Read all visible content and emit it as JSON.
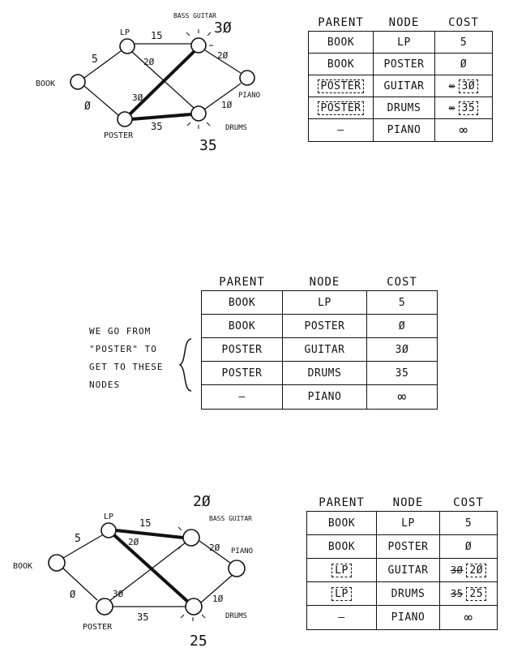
{
  "header": {
    "parent": "PARENT",
    "node": "NODE",
    "cost": "COST"
  },
  "graph1": {
    "nodes": {
      "book": "BOOK",
      "lp": "LP",
      "poster": "POSTER",
      "guitar": "BASS GUITAR",
      "piano": "PIANO",
      "drums": "DRUMS"
    },
    "edges": {
      "book_lp": "5",
      "book_poster": "Ø",
      "lp_guitar": "15",
      "lp_drums": "2Ø",
      "poster_guitar": "3Ø",
      "poster_drums": "35",
      "guitar_piano": "2Ø",
      "drums_piano": "1Ø"
    },
    "updated": {
      "guitar": "3Ø",
      "drums": "35"
    }
  },
  "table1": {
    "rows": [
      {
        "parent": "BOOK",
        "node": "LP",
        "cost": "5"
      },
      {
        "parent": "BOOK",
        "node": "POSTER",
        "cost": "Ø"
      },
      {
        "parent": "POSTER",
        "node": "GUITAR",
        "old": "∞",
        "cost": "3Ø"
      },
      {
        "parent": "POSTER",
        "node": "DRUMS",
        "old": "∞",
        "cost": "35"
      },
      {
        "parent": "—",
        "node": "PIANO",
        "cost": "∞"
      }
    ]
  },
  "table2": {
    "note": [
      "WE GO FROM",
      "\"POSTER\" TO",
      "GET TO THESE",
      "NODES"
    ],
    "rows": [
      {
        "parent": "BOOK",
        "node": "LP",
        "cost": "5"
      },
      {
        "parent": "BOOK",
        "node": "POSTER",
        "cost": "Ø"
      },
      {
        "parent": "POSTER",
        "node": "GUITAR",
        "cost": "3Ø"
      },
      {
        "parent": "POSTER",
        "node": "DRUMS",
        "cost": "35"
      },
      {
        "parent": "—",
        "node": "PIANO",
        "cost": "∞"
      }
    ]
  },
  "graph2": {
    "nodes": {
      "book": "BOOK",
      "lp": "LP",
      "poster": "POSTER",
      "guitar": "BASS GUITAR",
      "piano": "PIANO",
      "drums": "DRUMS"
    },
    "edges": {
      "book_lp": "5",
      "book_poster": "Ø",
      "lp_guitar": "15",
      "lp_drums": "2Ø",
      "poster_guitar": "3Ø",
      "poster_drums": "35",
      "guitar_piano": "2Ø",
      "drums_piano": "1Ø"
    },
    "updated": {
      "guitar": "2Ø",
      "drums": "25"
    }
  },
  "table3": {
    "rows": [
      {
        "parent": "BOOK",
        "node": "LP",
        "cost": "5"
      },
      {
        "parent": "BOOK",
        "node": "POSTER",
        "cost": "Ø"
      },
      {
        "parent": "LP",
        "node": "GUITAR",
        "old": "3Ø",
        "cost": "2Ø"
      },
      {
        "parent": "LP",
        "node": "DRUMS",
        "old": "35",
        "cost": "25"
      },
      {
        "parent": "—",
        "node": "PIANO",
        "cost": "∞"
      }
    ]
  }
}
